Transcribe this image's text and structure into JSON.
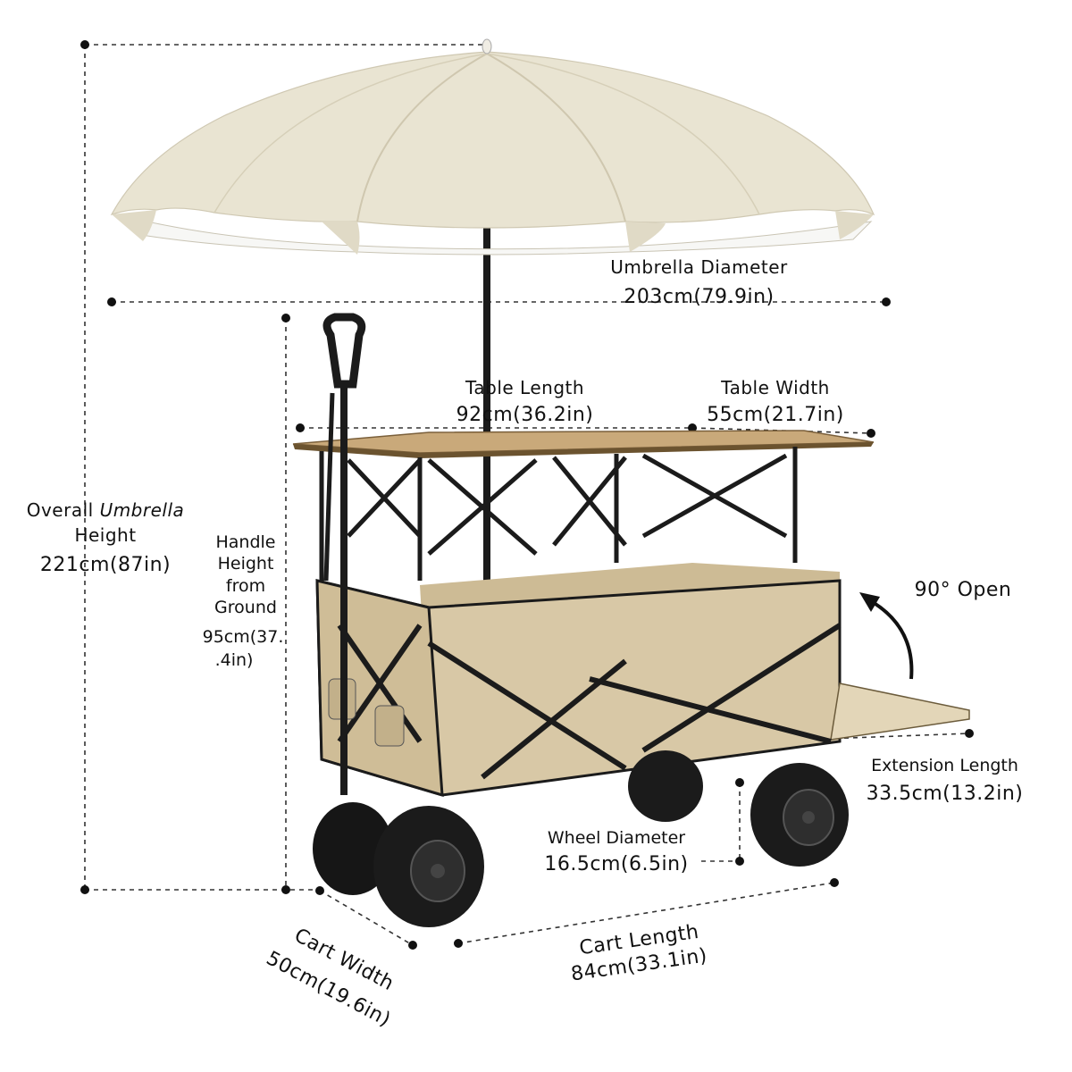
{
  "labels": {
    "overall_height": {
      "line1_prefix": "Overall ",
      "line1_italic": "Umbrella",
      "line2": "Height",
      "value": "221cm(87in)"
    },
    "umbrella_diameter": {
      "title": "Umbrella Diameter",
      "value": "203cm(79.9in)"
    },
    "table_length": {
      "title": "Table Length",
      "value": "92cm(36.2in)"
    },
    "table_width": {
      "title": "Table Width",
      "value": "55cm(21.7in)"
    },
    "handle_height": {
      "line1": "Handle",
      "line2": "Height",
      "line3": "from",
      "line4": "Ground",
      "value_line1": "95cm(37.",
      "value_line2": ".4in)"
    },
    "open_angle": "90° Open",
    "extension_length": {
      "title": "Extension Length",
      "value": "33.5cm(13.2in)"
    },
    "wheel_diameter": {
      "title": "Wheel Diameter",
      "value": "16.5cm(6.5in)"
    },
    "cart_length": {
      "title": "Cart Length",
      "value": "84cm(33.1in)"
    },
    "cart_width": {
      "title": "Cart Width",
      "value": "50cm(19.6in)"
    }
  },
  "colors": {
    "canopy": "#e9e4d2",
    "canopy_shade": "#d8d1bb",
    "cart_fabric": "#d8c8a6",
    "table_top": "#c9a97a",
    "frame": "#1b1b1b",
    "dimension_line": "#333333"
  }
}
